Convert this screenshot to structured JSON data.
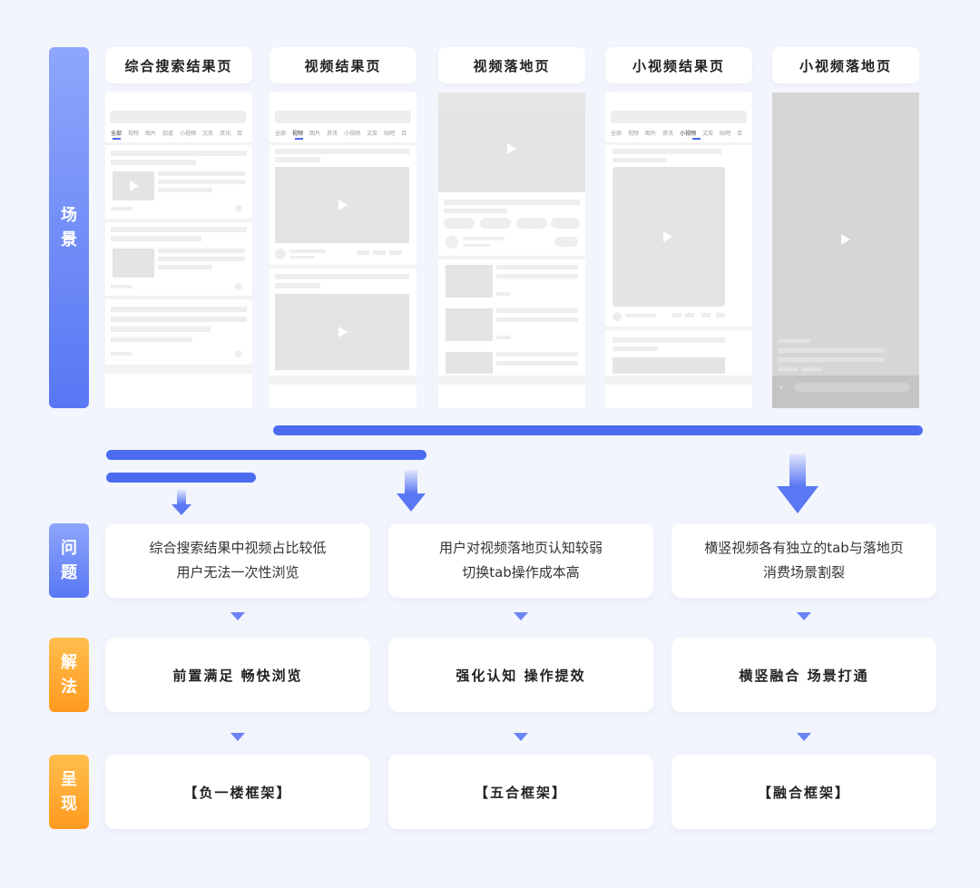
{
  "sections": {
    "scene": "场景",
    "problem": "问题",
    "solution": "解法",
    "presentation": "呈现"
  },
  "scenes": [
    {
      "title": "综合搜索结果页",
      "tabs": [
        "全部",
        "视频",
        "图片",
        "知道",
        "小视频",
        "文库",
        "资讯",
        "百"
      ],
      "active_tab": 0
    },
    {
      "title": "视频结果页",
      "tabs": [
        "全部",
        "视频",
        "图片",
        "资讯",
        "小视频",
        "文库",
        "贴吧",
        "百"
      ],
      "active_tab": 1
    },
    {
      "title": "视频落地页"
    },
    {
      "title": "小视频结果页",
      "tabs": [
        "全部",
        "视频",
        "图片",
        "资讯",
        "小视频",
        "文库",
        "贴吧",
        "百"
      ],
      "active_tab": 4
    },
    {
      "title": "小视频落地页"
    }
  ],
  "problems": [
    {
      "line1": "综合搜索结果中视频占比较低",
      "line2": "用户无法一次性浏览"
    },
    {
      "line1": "用户对视频落地页认知较弱",
      "line2": "切换tab操作成本高"
    },
    {
      "line1": "横竖视频各有独立的tab与落地页",
      "line2": "消费场景割裂"
    }
  ],
  "solutions": [
    "前置满足  畅快浏览",
    "强化认知  操作提效",
    "横竖融合  场景打通"
  ],
  "presentations": [
    "【负一楼框架】",
    "【五合框架】",
    "【融合框架】"
  ],
  "colors": {
    "accent_blue": "#4b6cf1",
    "accent_orange": "#ff9a1f"
  }
}
